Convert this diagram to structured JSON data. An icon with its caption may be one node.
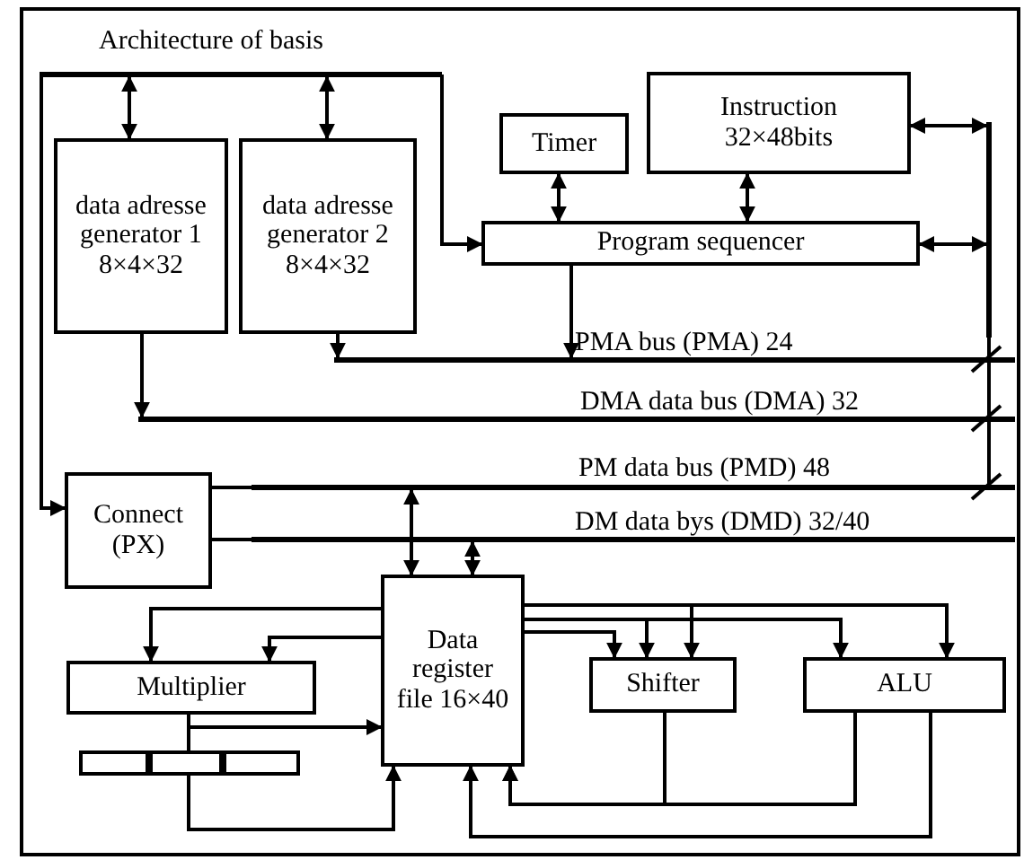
{
  "diagram": {
    "title": "Architecture of basis",
    "nodes": [
      {
        "text": [],
        "shape": "bar"
      },
      {
        "text": [
          "data adresse generator 1 8×4×32"
        ]
      },
      {
        "text": [
          "data adresse generator 2 8×4×32"
        ]
      },
      {
        "text": [
          "Timer"
        ]
      },
      {
        "text": [
          "Instruction 32×48bits"
        ]
      },
      {
        "text": [
          "Program sequencer"
        ]
      },
      {
        "text": [],
        "shape": "bar"
      },
      {
        "text": [],
        "shape": "bar",
        "beside": [
          "PMA bus (PMA) 24"
        ]
      },
      {
        "text": [],
        "shape": "bar",
        "beside": [
          "DMA data bus (DMA) 32"
        ]
      },
      {
        "text": [],
        "shape": "bar",
        "beside": [
          "PM data bus (PMD) 48"
        ]
      },
      {
        "text": [],
        "shape": "bar",
        "beside": [
          "DM data bys (DMD) 32/40"
        ]
      },
      {
        "text": [
          "Connect (PX)"
        ]
      },
      {
        "text": [
          "Data register file 16×40"
        ]
      },
      {
        "text": [
          "Multiplier"
        ]
      },
      {
        "text": [
          "Shifter"
        ]
      },
      {
        "text": [
          "ALU"
        ]
      },
      {
        "text": [],
        "shape": "box"
      },
      {
        "text": [],
        "shape": "box"
      },
      {
        "text": [],
        "shape": "box"
      }
    ],
    "edges": [
      {
        "from": 0,
        "to": 1,
        "arrow": "both"
      },
      {
        "from": 0,
        "to": 2,
        "arrow": "both"
      },
      {
        "from": 0,
        "to": 5,
        "arrow": "to"
      },
      {
        "from": 0,
        "to": 11,
        "arrow": "to"
      },
      {
        "from": 3,
        "to": 5,
        "arrow": "both"
      },
      {
        "from": 4,
        "to": 5,
        "arrow": "both"
      },
      {
        "from": 4,
        "to": 6,
        "arrow": "both"
      },
      {
        "from": 5,
        "to": 6,
        "arrow": "both"
      },
      {
        "from": 5,
        "to": 7,
        "arrow": "to"
      },
      {
        "from": 2,
        "to": 7,
        "arrow": "to"
      },
      {
        "from": 1,
        "to": 8,
        "arrow": "to"
      },
      {
        "from": 11,
        "to": 9,
        "arrow": "none"
      },
      {
        "from": 11,
        "to": 10,
        "arrow": "none"
      },
      {
        "from": 9,
        "to": 12,
        "arrow": "both"
      },
      {
        "from": 10,
        "to": 12,
        "arrow": "both"
      },
      {
        "from": 12,
        "to": 13,
        "arrow": "to"
      },
      {
        "from": 12,
        "to": 13,
        "arrow": "to"
      },
      {
        "from": 13,
        "to": 12,
        "arrow": "to"
      },
      {
        "from": 13,
        "to": 17,
        "arrow": "none"
      },
      {
        "from": 17,
        "to": 12,
        "arrow": "to"
      },
      {
        "from": 12,
        "to": 14,
        "arrow": "to"
      },
      {
        "from": 12,
        "to": 14,
        "arrow": "to"
      },
      {
        "from": 12,
        "to": 14,
        "arrow": "to"
      },
      {
        "from": 12,
        "to": 15,
        "arrow": "to"
      },
      {
        "from": 12,
        "to": 15,
        "arrow": "to"
      },
      {
        "from": 14,
        "to": 12,
        "arrow": "to"
      },
      {
        "from": 15,
        "to": 12,
        "arrow": "to"
      },
      {
        "from": 15,
        "to": 12,
        "arrow": "to"
      },
      {
        "from": 6,
        "to": 7,
        "arrow": "none"
      },
      {
        "from": 6,
        "to": 8,
        "arrow": "none"
      },
      {
        "from": 6,
        "to": 9,
        "arrow": "none"
      }
    ]
  }
}
